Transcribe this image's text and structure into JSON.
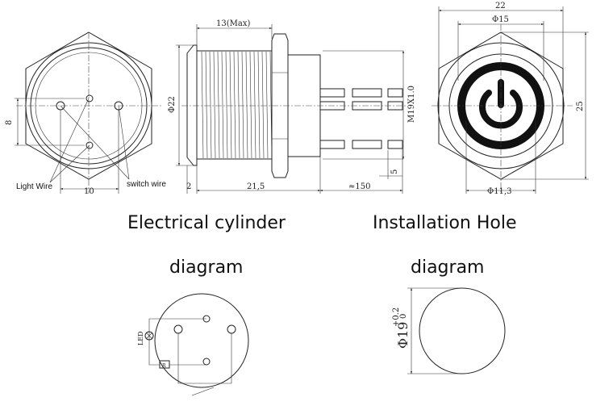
{
  "front_view": {
    "dim_height": "8",
    "dim_width": "10",
    "label_light": "Light Wire",
    "label_switch": "switch wire"
  },
  "side_view": {
    "dim_max": "13(Max)",
    "dim_dia": "Φ22",
    "dim_thread": "M19X1.0",
    "dim_flange": "2",
    "dim_body": "21,5",
    "dim_wire": "≈150",
    "dim_pin": "5"
  },
  "top_view": {
    "dim_hex": "22",
    "dim_outer": "Φ15",
    "dim_height": "25",
    "dim_inner": "Φ11,3"
  },
  "captions": {
    "electrical_1": "Electrical cylinder",
    "electrical_2": "diagram",
    "hole_1": "Installation Hole",
    "hole_2": "diagram"
  },
  "wiring": {
    "led_label": "LED",
    "res_label": "R"
  },
  "hole": {
    "dim": "Φ19",
    "tol_upper": "+0.2",
    "tol_lower": "0"
  }
}
